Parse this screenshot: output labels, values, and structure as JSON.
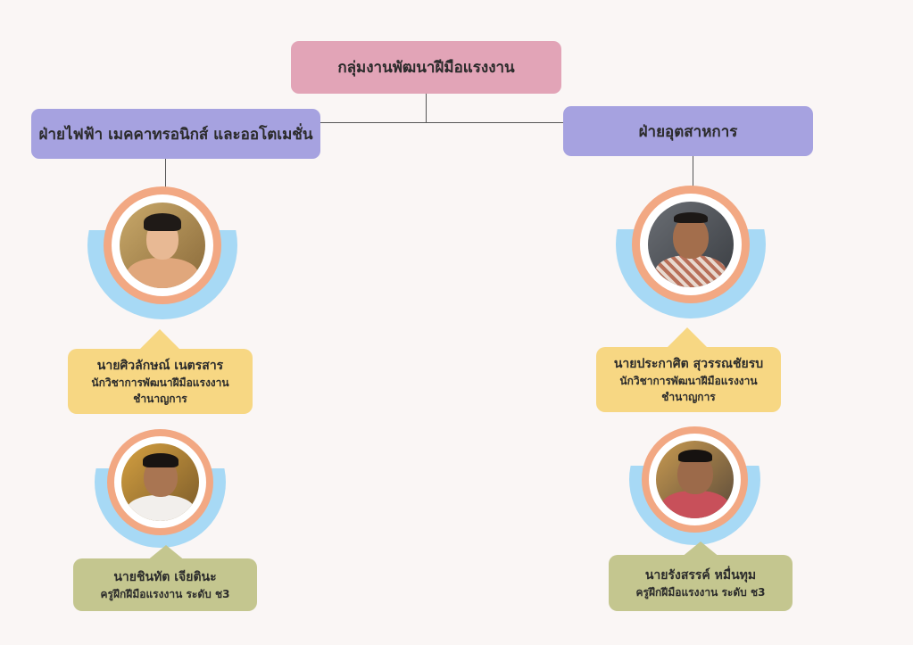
{
  "root": {
    "title": "กลุ่มงานพัฒนาฝีมือแรงงาน"
  },
  "left": {
    "title": "ฝ่ายไฟฟ้า เมคคาทรอนิกส์ และออโตเมชั่น",
    "people": [
      {
        "name": "นายศิวลักษณ์ เนตรสาร",
        "lines": [
          "นักวิชาการพัฒนาฝีมือแรงงาน",
          "ชำนาญการ"
        ]
      },
      {
        "name": "นายชินทัต เจียตินะ",
        "lines": [
          "ครูฝึกฝีมือแรงงาน ระดับ ช3"
        ]
      }
    ]
  },
  "right": {
    "title": "ฝ่ายอุตสาหการ",
    "people": [
      {
        "name": "นายประกาศิต สุวรรณชัยรบ",
        "lines": [
          "นักวิชาการพัฒนาฝีมือแรงงาน",
          "ชำนาญการ"
        ]
      },
      {
        "name": "นายรังสรรค์ หมื่นทุม",
        "lines": [
          "ครูฝึกฝีมือแรงงาน ระดับ ช3"
        ]
      }
    ]
  },
  "colors": {
    "root": "#e2a4b7",
    "department": "#a6a2e0",
    "ring": "#f2a883",
    "arc": "#a7d9f5",
    "card_primary": "#f7d783",
    "card_secondary": "#c4c68f"
  }
}
